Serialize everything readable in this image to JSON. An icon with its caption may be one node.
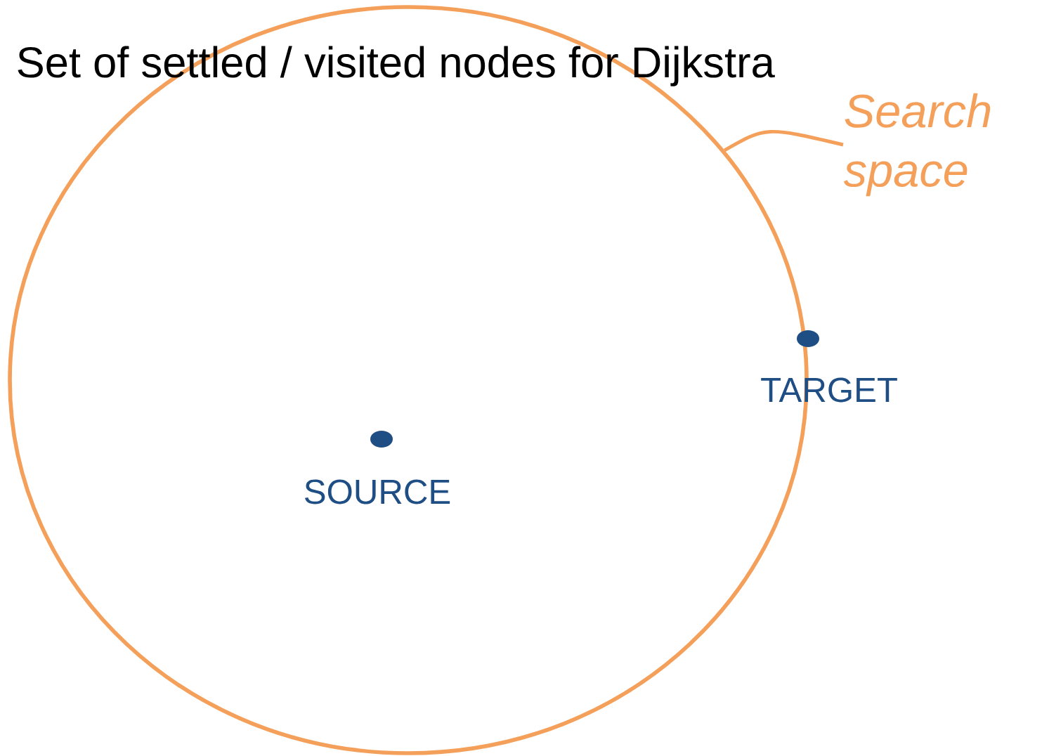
{
  "diagram": {
    "title": "Set of settled / visited nodes for Dijkstra",
    "nodes": [
      {
        "text": [
          "Search space"
        ]
      },
      {
        "text": [],
        "shape": "circle"
      },
      {
        "text": [],
        "shape": "circle",
        "in": 1,
        "beside": [
          "SOURCE"
        ]
      },
      {
        "text": [],
        "shape": "circle",
        "beside": [
          "TARGET"
        ]
      }
    ],
    "edges": [
      {
        "from": 0,
        "to": 1,
        "arrow": "none"
      }
    ]
  }
}
